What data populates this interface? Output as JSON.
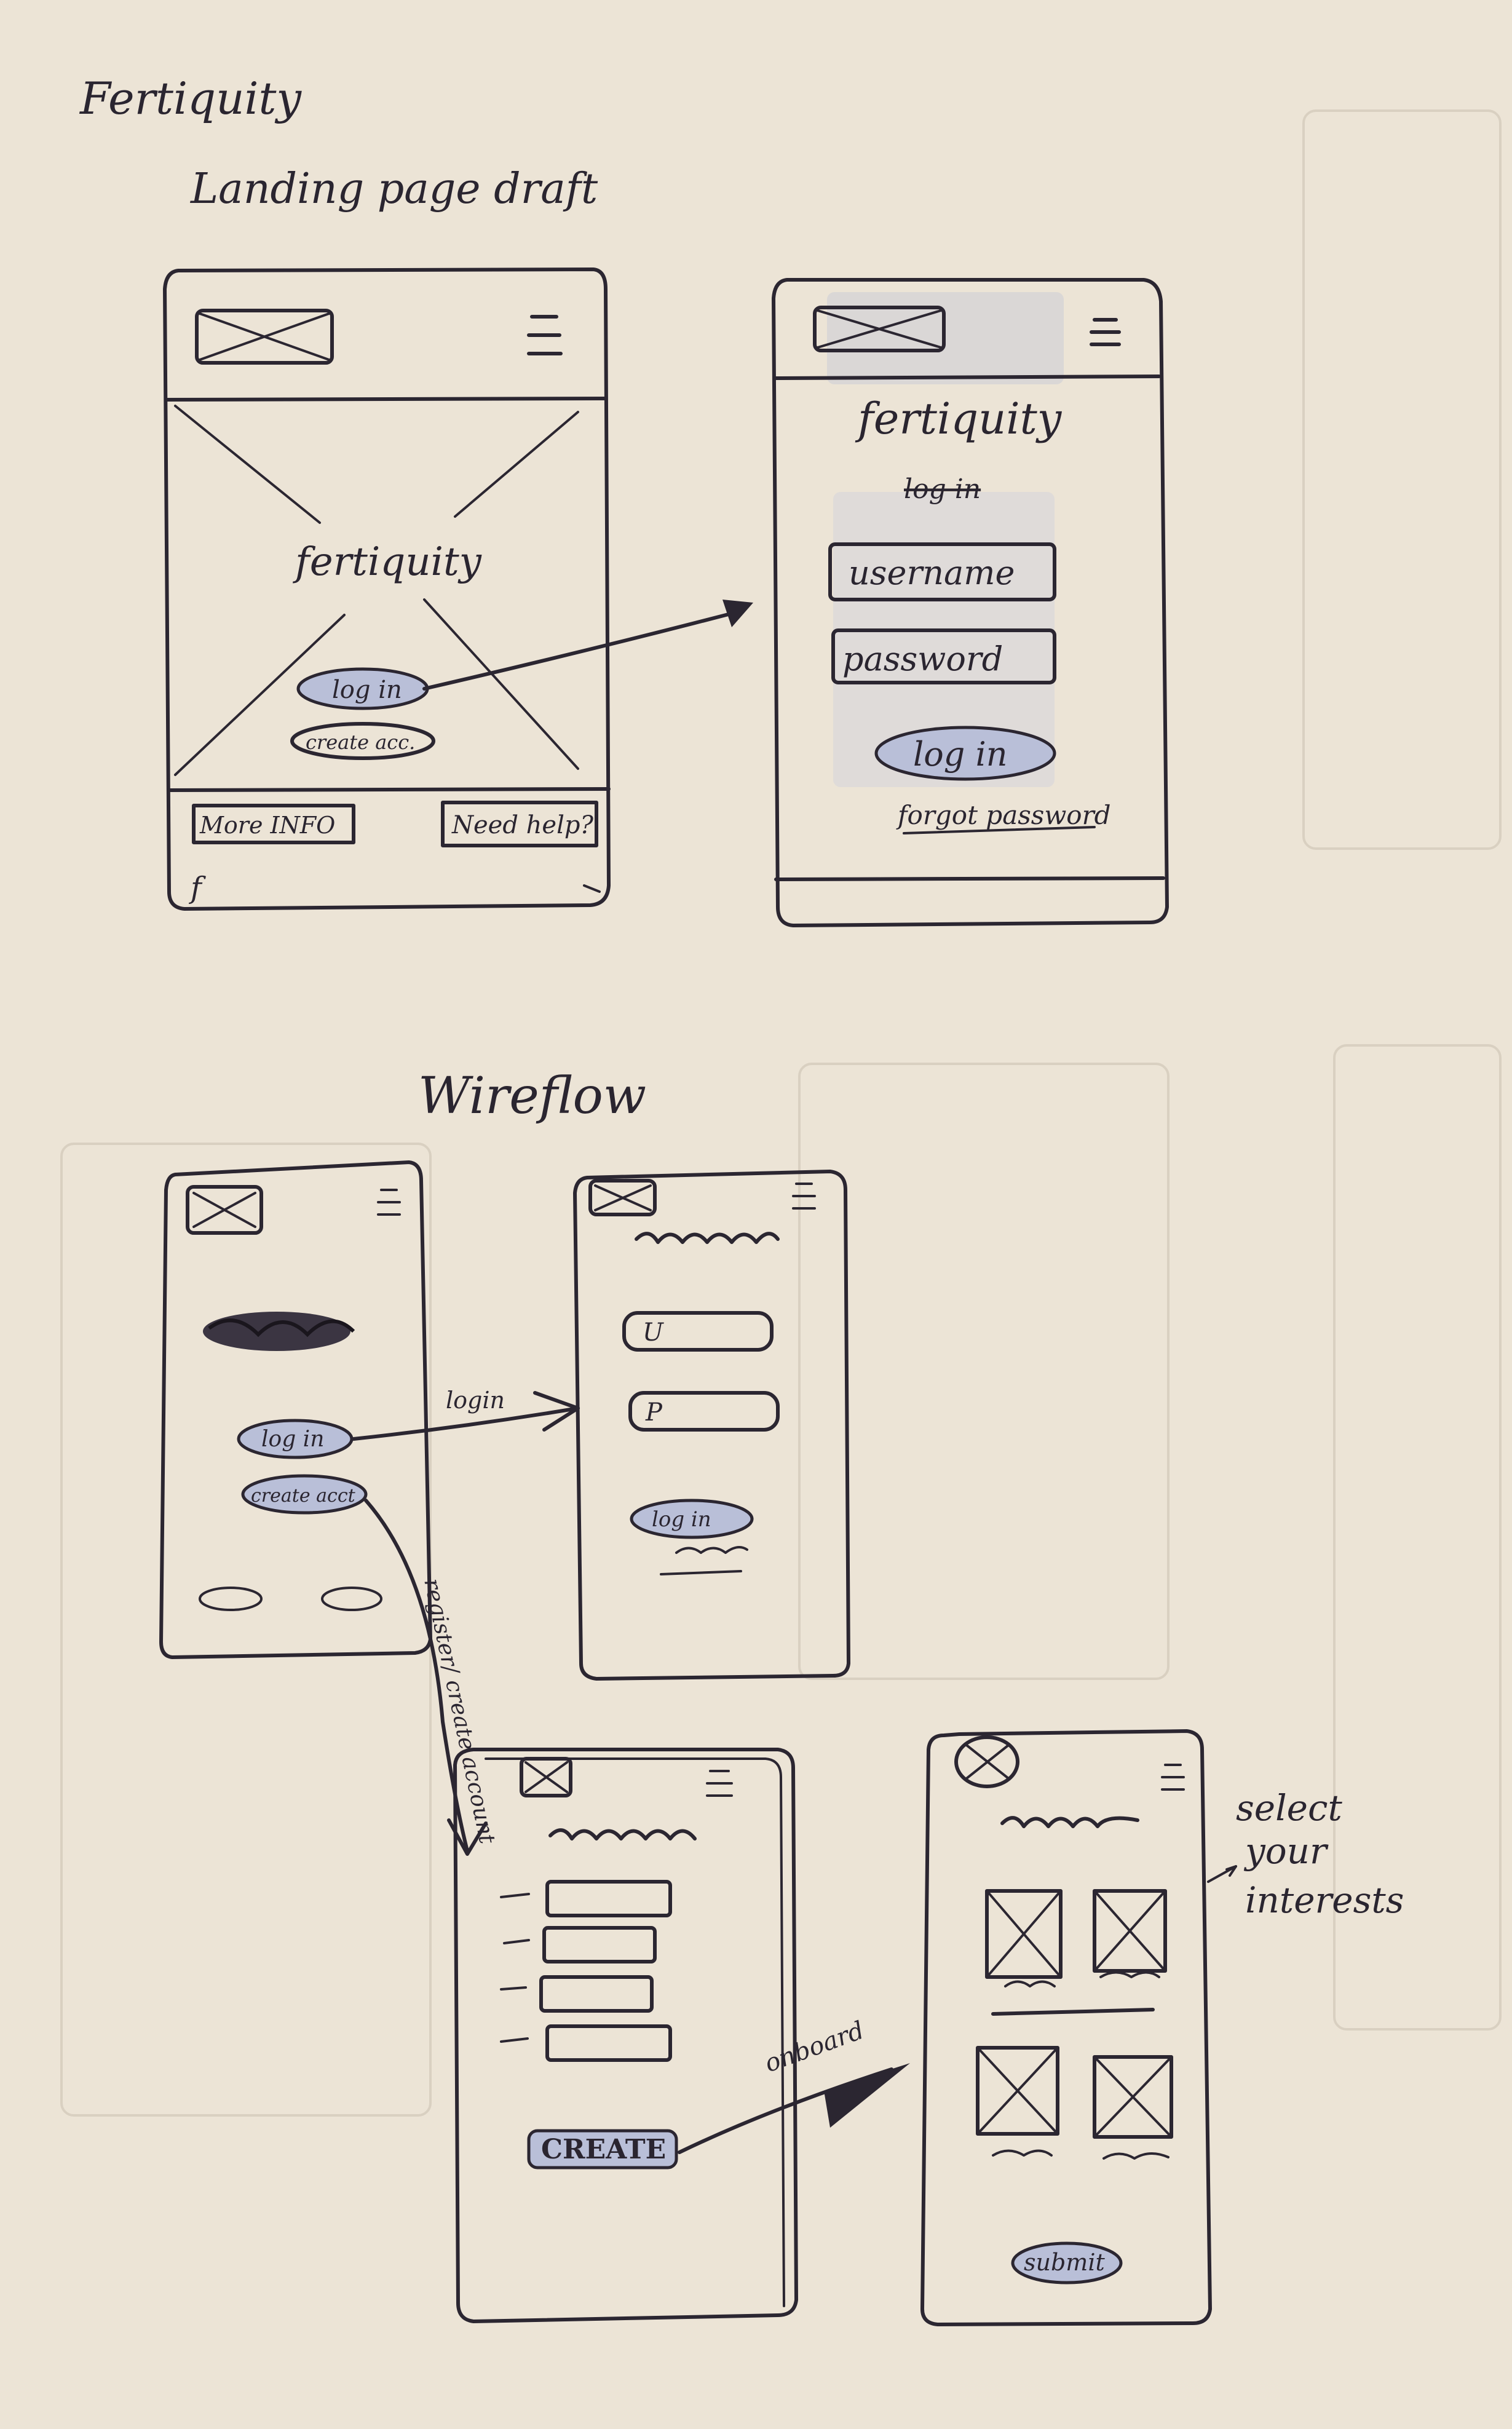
{
  "title": "Fertiquity",
  "subtitle": "Landing page draft",
  "landing": {
    "brand": "fertiquity",
    "login_button": "log in",
    "create_button": "create acc.",
    "more_info": "More INFO",
    "need_help": "Need help?",
    "footer_mark": "f"
  },
  "login_screen": {
    "brand": "fertiquity",
    "heading": "log in",
    "username": "username",
    "password": "password",
    "login_button": "log in",
    "forgot": "forgot password"
  },
  "wireflow": {
    "title": "Wireflow",
    "home": {
      "login_button": "log in",
      "create_button": "create acct"
    },
    "arrow_login": "login",
    "arrow_register": "register/ create account",
    "login": {
      "user_field": "U",
      "pass_field": "P",
      "login_button": "log in"
    },
    "create": {
      "button": "CREATE"
    },
    "arrow_onboard": "onboard",
    "interests": {
      "annotation": [
        "select",
        "your",
        "interests"
      ],
      "submit": "submit"
    }
  },
  "colors": {
    "paper": "#ece4d6",
    "ink": "#2b2631",
    "highlight": "#b9bfd8"
  }
}
